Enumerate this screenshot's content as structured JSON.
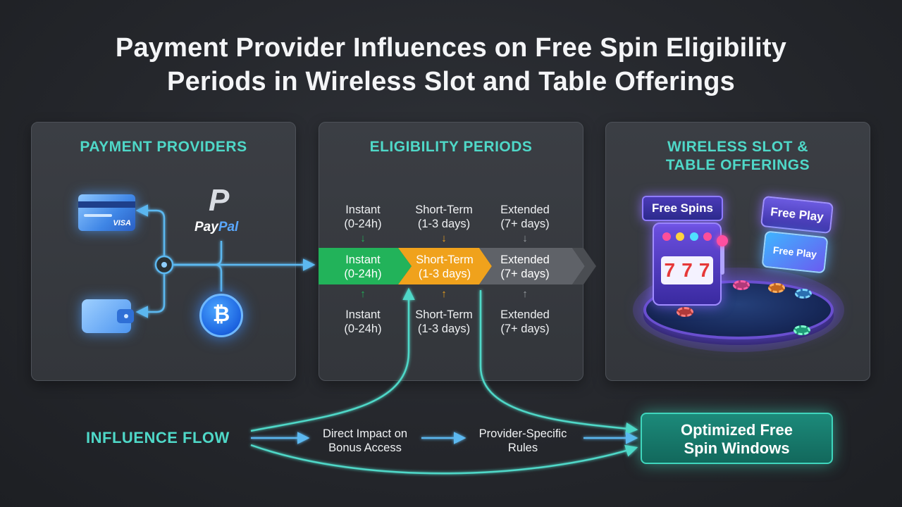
{
  "title": {
    "line1": "Payment Provider Influences on Free Spin Eligibility",
    "line2": "Periods in Wireless Slot and Table Offerings"
  },
  "panels": {
    "providers": {
      "title": "PAYMENT PROVIDERS",
      "icons": [
        "credit-card-icon",
        "paypal-icon",
        "wallet-icon",
        "bitcoin-icon"
      ],
      "visa_text": "VISA",
      "paypal_text_a": "Pay",
      "paypal_text_b": "Pal",
      "bitcoin_symbol": "₿"
    },
    "eligibility": {
      "title": "ELIGIBILITY PERIODS",
      "periods": [
        {
          "name": "Instant",
          "range": "(0-24h)",
          "color": "#22b35a"
        },
        {
          "name": "Short-Term",
          "range": "(1-3 days)",
          "color": "#f0a21c"
        },
        {
          "name": "Extended",
          "range": "(7+ days)",
          "color": "#5f6268"
        }
      ]
    },
    "offerings": {
      "title_line1": "WIRELESS SLOT &",
      "title_line2": "TABLE OFFERINGS",
      "badge_free_spins": "Free Spins",
      "badge_free_play_1": "Free Play",
      "badge_free_play_2": "Free Play",
      "reels": [
        "7",
        "7",
        "7"
      ]
    }
  },
  "flow": {
    "title": "INFLUENCE FLOW",
    "step1_line1": "Direct Impact on",
    "step1_line2": "Bonus Access",
    "step2_line1": "Provider-Specific",
    "step2_line2": "Rules",
    "result_line1": "Optimized Free",
    "result_line2": "Spin Windows"
  },
  "colors": {
    "accent_teal": "#4fd8c8",
    "connector_blue": "#5bb8f0",
    "instant_green": "#22b35a",
    "shortterm_orange": "#f0a21c",
    "extended_gray": "#5f6268"
  }
}
